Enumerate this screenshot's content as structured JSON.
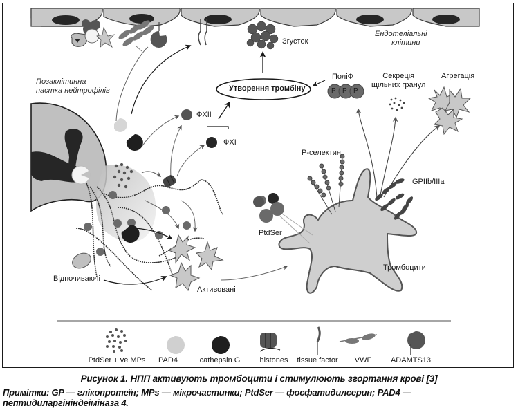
{
  "figure": {
    "labels": {
      "endothelial_cells": "Ендотеліальні клітини",
      "endothelial_line1": "Ендотеліальні",
      "endothelial_line2": "клітини",
      "net_line1": "Позаклітинна",
      "net_line2": "пастка нейтрофілів",
      "clot": "Згусток",
      "thrombin_formation": "Утворення тромбіну",
      "polyp": "ПоліФ",
      "polyp_bead": "P",
      "dense_granules_line1": "Секреція",
      "dense_granules_line2": "щільних гранул",
      "aggregation": "Агрегація",
      "fxii": "ФXII",
      "fxi": "ФXI",
      "p_selectin": "P-селектин",
      "gpiib_iiia": "GPIIb/IIIa",
      "ptdser": "PtdSer",
      "platelets": "Тромбоцити",
      "resting": "Відпочиваючі",
      "activated": "Активовані"
    },
    "legend": [
      {
        "icon": "microparticles-icon",
        "label": "PtdSer + ve MPs"
      },
      {
        "icon": "pad4-icon",
        "label": "PAD4"
      },
      {
        "icon": "cathepsin-g-icon",
        "label": "cathepsin G"
      },
      {
        "icon": "histones-icon",
        "label": "histones"
      },
      {
        "icon": "tissue-factor-icon",
        "label": "tissue factor"
      },
      {
        "icon": "vwf-icon",
        "label": "VWF"
      },
      {
        "icon": "adamts13-icon",
        "label": "ADAMTS13"
      }
    ],
    "colors": {
      "cell_fill": "#c8c8c8",
      "cell_stroke": "#3a3a3a",
      "dark": "#262626",
      "mid": "#6a6a6a",
      "light": "#d6d6d6",
      "arrow": "#555555"
    }
  },
  "caption": "Рисунок 1. НПП активують тромбоцити і стимулюють згортання крові [3]",
  "notes": "Примітки: GP — глікопротеїн; MPs — мікрочастинки; PtdSer — фосфатидилсерин; PAD4 — пептидиларгініндеіміназа 4."
}
